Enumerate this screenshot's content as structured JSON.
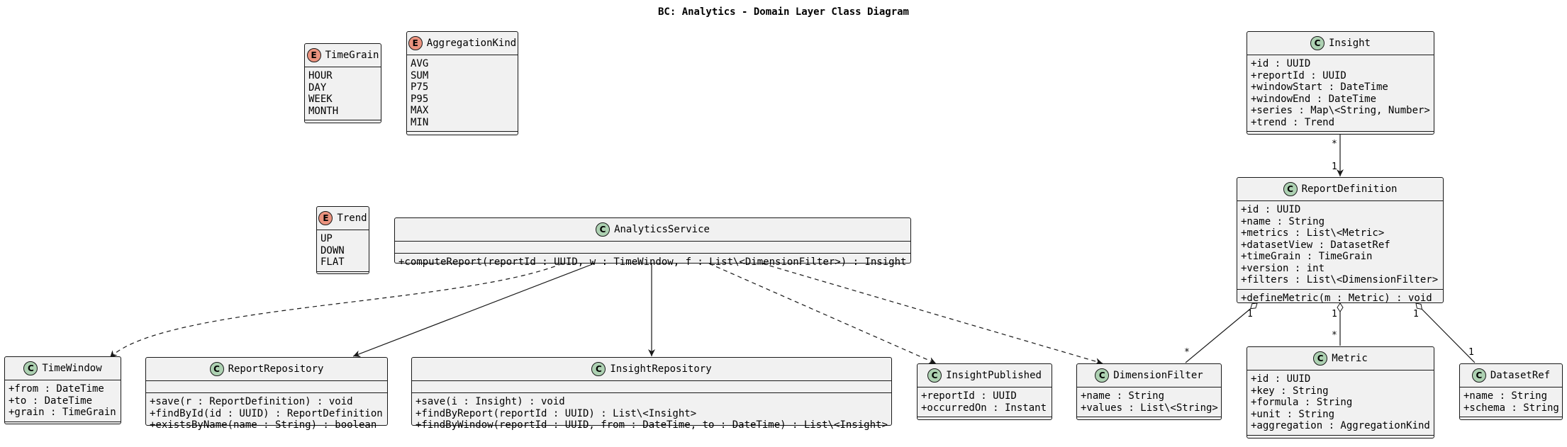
{
  "title": "BC: Analytics - Domain Layer Class Diagram",
  "colors": {
    "class_badge": "#add1b2",
    "enum_badge": "#eb937f",
    "box_fill": "#f1f1f1",
    "line": "#181818"
  },
  "enums": {
    "timegrain": {
      "badge": "E",
      "name": "TimeGrain",
      "values": [
        "HOUR",
        "DAY",
        "WEEK",
        "MONTH"
      ]
    },
    "aggregationkind": {
      "badge": "E",
      "name": "AggregationKind",
      "values": [
        "AVG",
        "SUM",
        "P75",
        "P95",
        "MAX",
        "MIN"
      ]
    },
    "trend": {
      "badge": "E",
      "name": "Trend",
      "values": [
        "UP",
        "DOWN",
        "FLAT"
      ]
    }
  },
  "classes": {
    "insight": {
      "badge": "C",
      "name": "Insight",
      "fields": [
        "+id : UUID",
        "+reportId : UUID",
        "+windowStart : DateTime",
        "+windowEnd : DateTime",
        "+series : Map\\<String, Number>",
        "+trend : Trend"
      ],
      "methods": []
    },
    "reportdefinition": {
      "badge": "C",
      "name": "ReportDefinition",
      "fields": [
        "+id : UUID",
        "+name : String",
        "+metrics : List\\<Metric>",
        "+datasetView : DatasetRef",
        "+timeGrain : TimeGrain",
        "+version : int",
        "+filters : List\\<DimensionFilter>"
      ],
      "methods": [
        "+defineMetric(m : Metric) : void"
      ]
    },
    "analyticsservice": {
      "badge": "C",
      "name": "AnalyticsService",
      "fields": [],
      "methods": [
        "+computeReport(reportId : UUID, w : TimeWindow, f : List\\<DimensionFilter>) : Insight"
      ]
    },
    "timewindow": {
      "badge": "C",
      "name": "TimeWindow",
      "fields": [
        "+from : DateTime",
        "+to : DateTime",
        "+grain : TimeGrain"
      ],
      "methods": []
    },
    "reportrepository": {
      "badge": "C",
      "name": "ReportRepository",
      "fields": [],
      "methods": [
        "+save(r : ReportDefinition) : void",
        "+findById(id : UUID) : ReportDefinition",
        "+existsByName(name : String) : boolean"
      ]
    },
    "insightrepository": {
      "badge": "C",
      "name": "InsightRepository",
      "fields": [],
      "methods": [
        "+save(i : Insight) : void",
        "+findByReport(reportId : UUID) : List\\<Insight>",
        "+findByWindow(reportId : UUID, from : DateTime, to : DateTime) : List\\<Insight>"
      ]
    },
    "insightpublished": {
      "badge": "C",
      "name": "InsightPublished",
      "fields": [
        "+reportId : UUID",
        "+occurredOn : Instant"
      ],
      "methods": []
    },
    "dimensionfilter": {
      "badge": "C",
      "name": "DimensionFilter",
      "fields": [
        "+name : String",
        "+values : List\\<String>"
      ],
      "methods": []
    },
    "metric": {
      "badge": "C",
      "name": "Metric",
      "fields": [
        "+id : UUID",
        "+key : String",
        "+formula : String",
        "+unit : String",
        "+aggregation : AggregationKind"
      ],
      "methods": []
    },
    "datasetref": {
      "badge": "C",
      "name": "DatasetRef",
      "fields": [
        "+name : String",
        "+schema : String"
      ],
      "methods": []
    }
  },
  "multiplicities": {
    "insight_many": "*",
    "insight_one": "1",
    "filter_one": "1",
    "filter_many": "*",
    "metric_one": "1",
    "metric_many": "*",
    "dataset_one": "1",
    "dataset_one_b": "1"
  }
}
